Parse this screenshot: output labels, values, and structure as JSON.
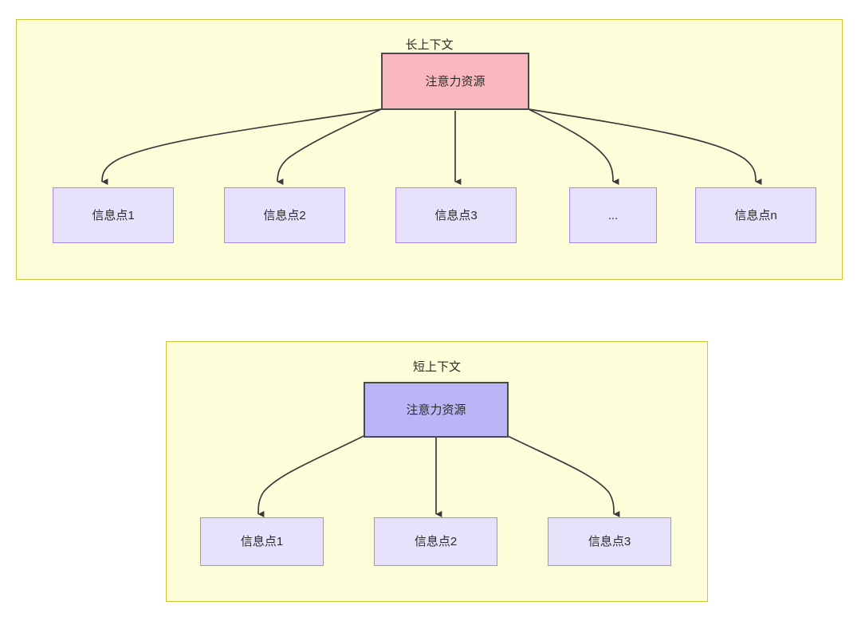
{
  "diagram": {
    "type": "two-group-attention-distribution-diagram",
    "colors": {
      "frame_fill": "#fdfdd9",
      "frame_border": "#c8c839",
      "root_long_fill": "#f9b8bd",
      "root_short_fill": "#bab5f7",
      "root_border": "#4a4a4a",
      "info_fill": "#e6e2fb",
      "info_border": "#a98ae8",
      "edge_stroke": "#3a3a3a",
      "text": "#2b2b2b"
    },
    "groups": [
      {
        "id": "long-context",
        "title": "长上下文",
        "root": {
          "label": "注意力资源"
        },
        "children": [
          {
            "label": "信息点1"
          },
          {
            "label": "信息点2"
          },
          {
            "label": "信息点3"
          },
          {
            "label": "..."
          },
          {
            "label": "信息点n"
          }
        ]
      },
      {
        "id": "short-context",
        "title": "短上下文",
        "root": {
          "label": "注意力资源"
        },
        "children": [
          {
            "label": "信息点1"
          },
          {
            "label": "信息点2"
          },
          {
            "label": "信息点3"
          }
        ]
      }
    ]
  }
}
